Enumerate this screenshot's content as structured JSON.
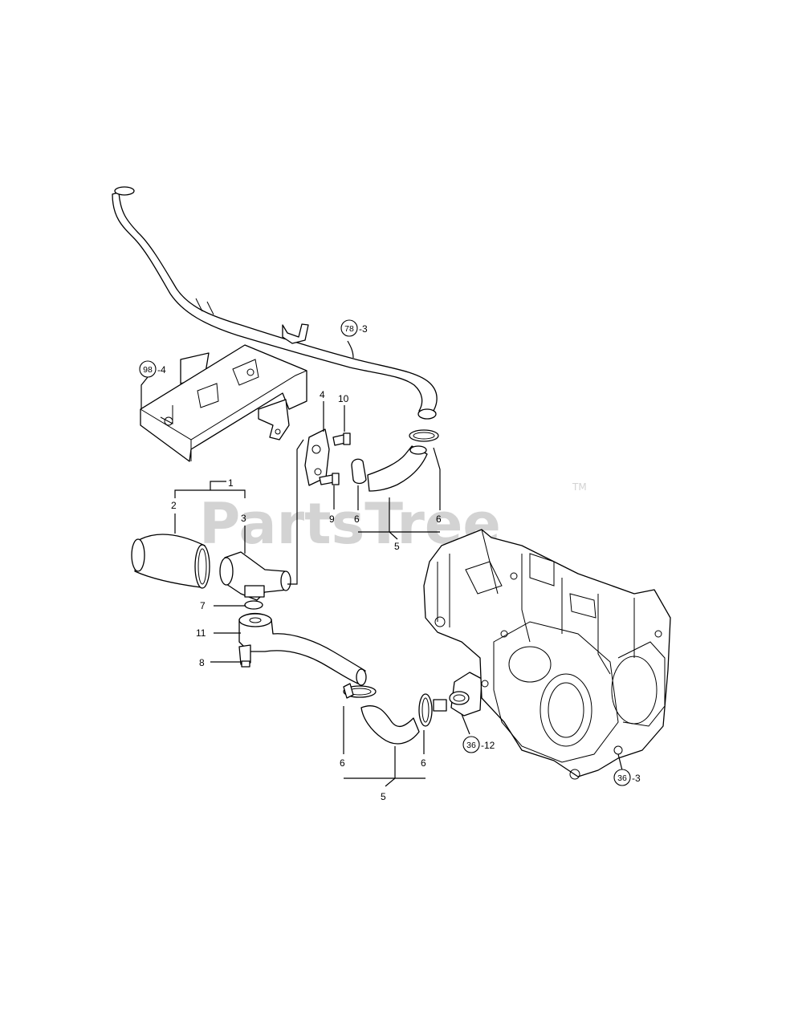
{
  "watermark": {
    "text": "PartsTree",
    "trademark": "TM"
  },
  "callouts": [
    {
      "id": "c78",
      "ref": "78",
      "suffix": "-3"
    },
    {
      "id": "c98",
      "ref": "98",
      "suffix": "-4"
    },
    {
      "id": "c36a",
      "ref": "36",
      "suffix": "-12"
    },
    {
      "id": "c36b",
      "ref": "36",
      "suffix": "-3"
    }
  ],
  "labels": {
    "l1": "1",
    "l2": "2",
    "l3": "3",
    "l4": "4",
    "l5a": "5",
    "l5b": "5",
    "l6a": "6",
    "l6b": "6",
    "l6c": "6",
    "l6d": "6",
    "l7": "7",
    "l8": "8",
    "l9": "9",
    "l10": "10",
    "l11": "11"
  },
  "parts": [
    "coolant-pipe",
    "bracket-frame",
    "mounting-plate",
    "hose-upper",
    "hose-clamp",
    "thermostat",
    "thermostat-housing",
    "o-ring",
    "outlet-elbow",
    "hose-lower",
    "water-flange",
    "engine-block",
    "bolt"
  ]
}
